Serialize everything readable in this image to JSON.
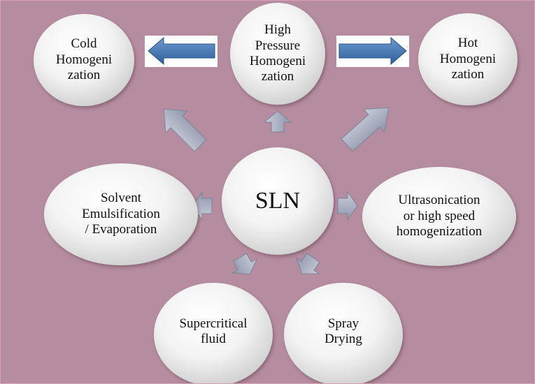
{
  "diagram": {
    "center": {
      "label": "SLN"
    },
    "nodes": {
      "cold": {
        "lines": [
          "Cold",
          "Homogeni",
          "zation"
        ]
      },
      "high": {
        "lines": [
          "High",
          "Pressure",
          "Homogeni",
          "zation"
        ]
      },
      "hot": {
        "lines": [
          "Hot",
          "Homogeni",
          "zation"
        ]
      },
      "solvent": {
        "lines": [
          "Solvent",
          "Emulsification",
          "/ Evaporation"
        ]
      },
      "ultra": {
        "lines": [
          "Ultrasonication",
          "or high speed",
          "homogenization"
        ]
      },
      "supercritical": {
        "lines": [
          "Supercritical",
          "fluid"
        ]
      },
      "spray": {
        "lines": [
          "Spray",
          "Drying"
        ]
      }
    },
    "colors": {
      "background": "#b58ca0",
      "bubble_light": "#ffffff",
      "bubble_dark": "#d2d2d2",
      "arrow_gray": "#aab0c3",
      "arrow_blue": "#4f81bd"
    }
  }
}
